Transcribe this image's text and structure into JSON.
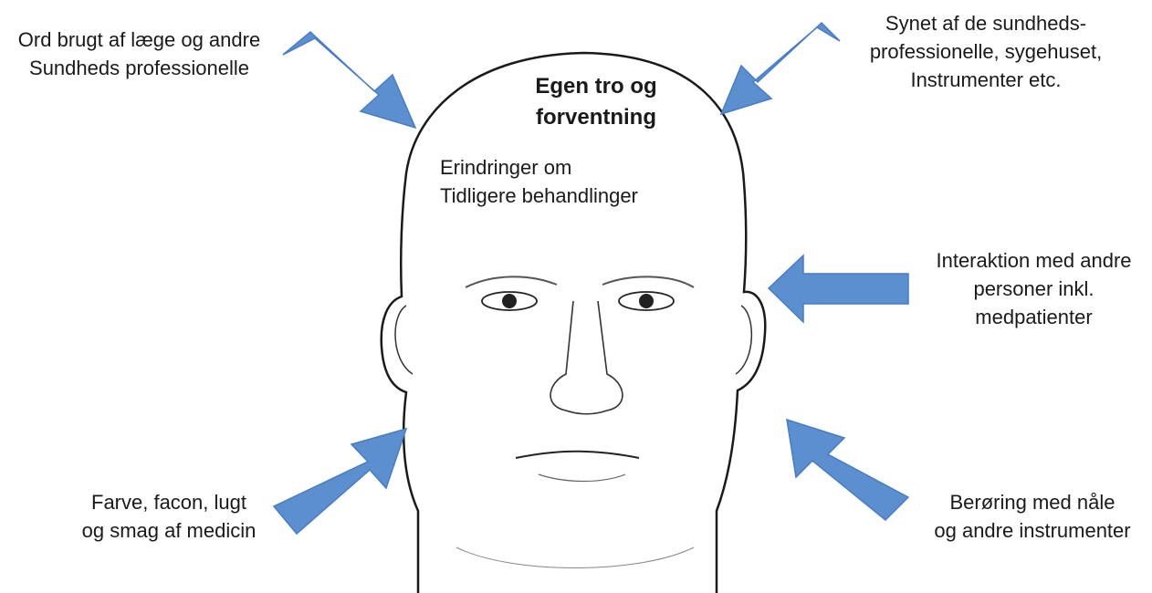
{
  "center": {
    "title_lines": [
      "Egen tro og",
      "forventning"
    ],
    "memory_lines": [
      "Erindringer om",
      "Tidligere behandlinger"
    ]
  },
  "influences": {
    "top_left": {
      "lines": [
        "Ord brugt af læge og andre",
        "Sundheds professionelle"
      ]
    },
    "top_right": {
      "lines": [
        "Synet af de sundheds-",
        "professionelle, sygehuset,",
        "Instrumenter etc."
      ]
    },
    "middle_right": {
      "lines": [
        "Interaktion med andre",
        "personer inkl.",
        "medpatienter"
      ]
    },
    "bottom_left": {
      "lines": [
        "Farve, facon, lugt",
        "og smag af medicin"
      ]
    },
    "bottom_right": {
      "lines": [
        "Berøring med nåle",
        "og andre instrumenter"
      ]
    }
  },
  "colors": {
    "arrow": "#5b8fcf",
    "arrow_stroke": "#4a7cbf",
    "line": "#1a1a1a"
  },
  "icons": {
    "arrow": "arrow-icon",
    "head": "head-illustration"
  }
}
